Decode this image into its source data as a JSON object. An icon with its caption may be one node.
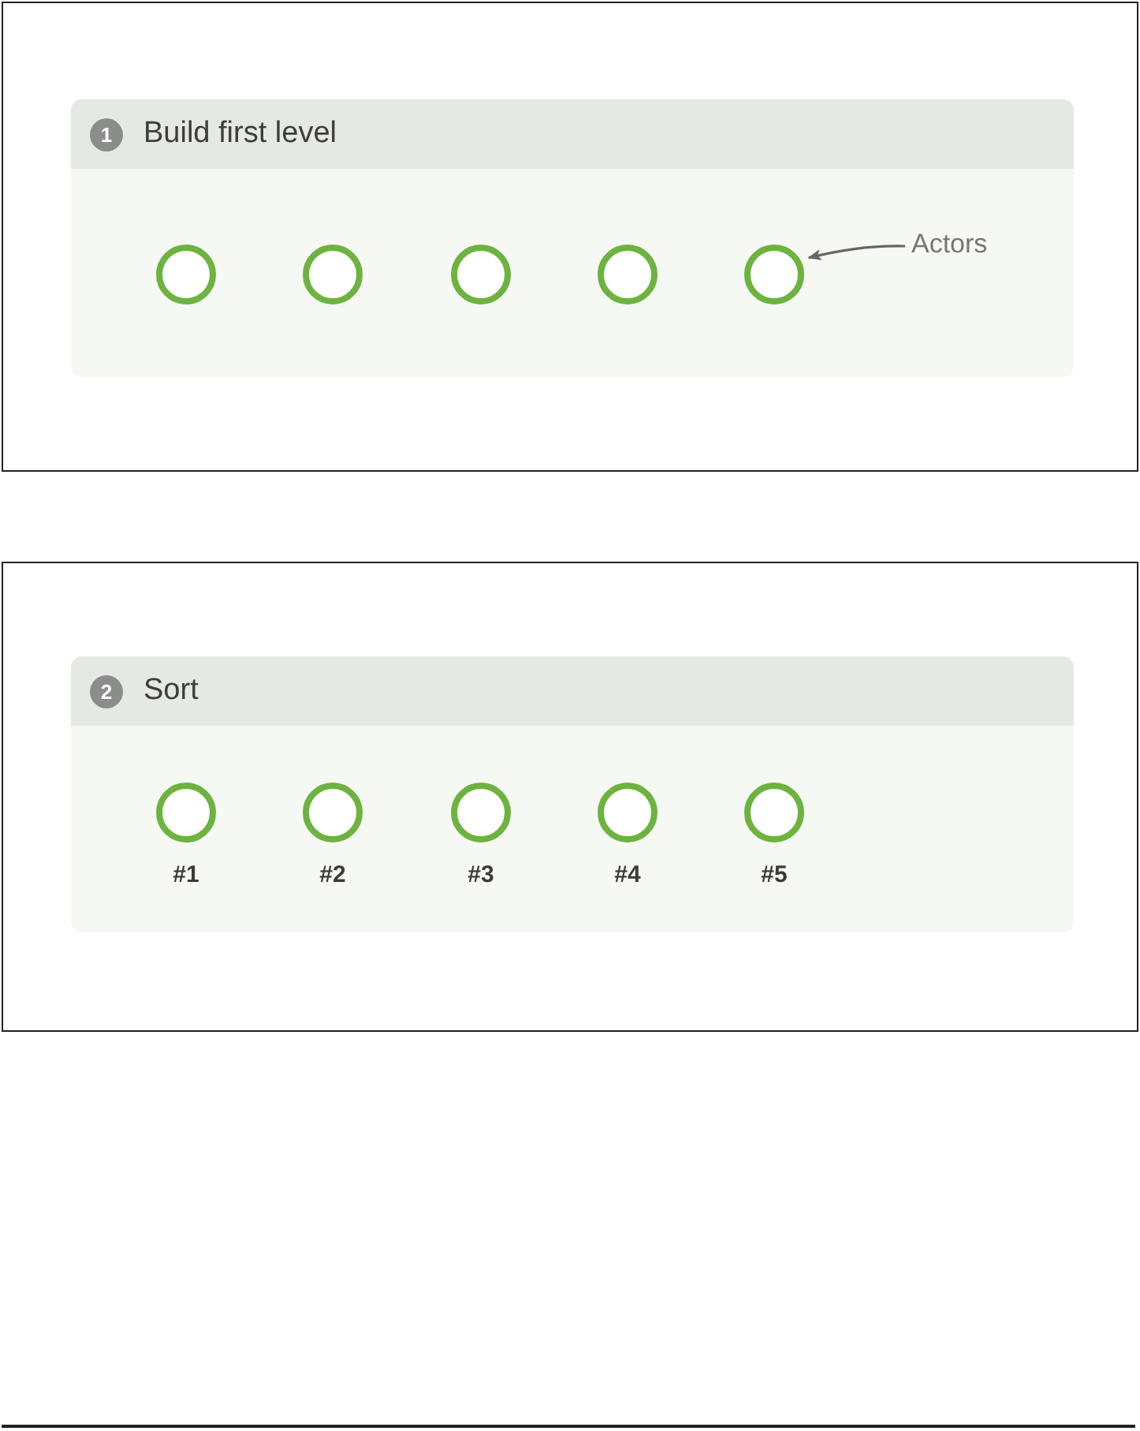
{
  "diagram": {
    "nodes": [
      {
        "text": [
          "1",
          "Build first level"
        ]
      },
      {
        "text": [],
        "shape": "circle",
        "in": 0
      },
      {
        "text": [],
        "shape": "circle",
        "in": 0
      },
      {
        "text": [],
        "shape": "circle",
        "in": 0
      },
      {
        "text": [],
        "shape": "circle",
        "in": 0
      },
      {
        "text": [],
        "shape": "circle",
        "in": 0
      },
      {
        "text": [
          "Actors"
        ],
        "in": 0
      },
      {
        "text": [
          "2",
          "Sort"
        ]
      },
      {
        "text": [],
        "shape": "circle",
        "in": 7,
        "beside": [
          "#1"
        ]
      },
      {
        "text": [],
        "shape": "circle",
        "in": 7,
        "beside": [
          "#2"
        ]
      },
      {
        "text": [],
        "shape": "circle",
        "in": 7,
        "beside": [
          "#3"
        ]
      },
      {
        "text": [],
        "shape": "circle",
        "in": 7,
        "beside": [
          "#4"
        ]
      },
      {
        "text": [],
        "shape": "circle",
        "in": 7,
        "beside": [
          "#5"
        ]
      }
    ],
    "edges": [
      {
        "from": 6,
        "to": 5,
        "arrow": "to"
      }
    ]
  }
}
